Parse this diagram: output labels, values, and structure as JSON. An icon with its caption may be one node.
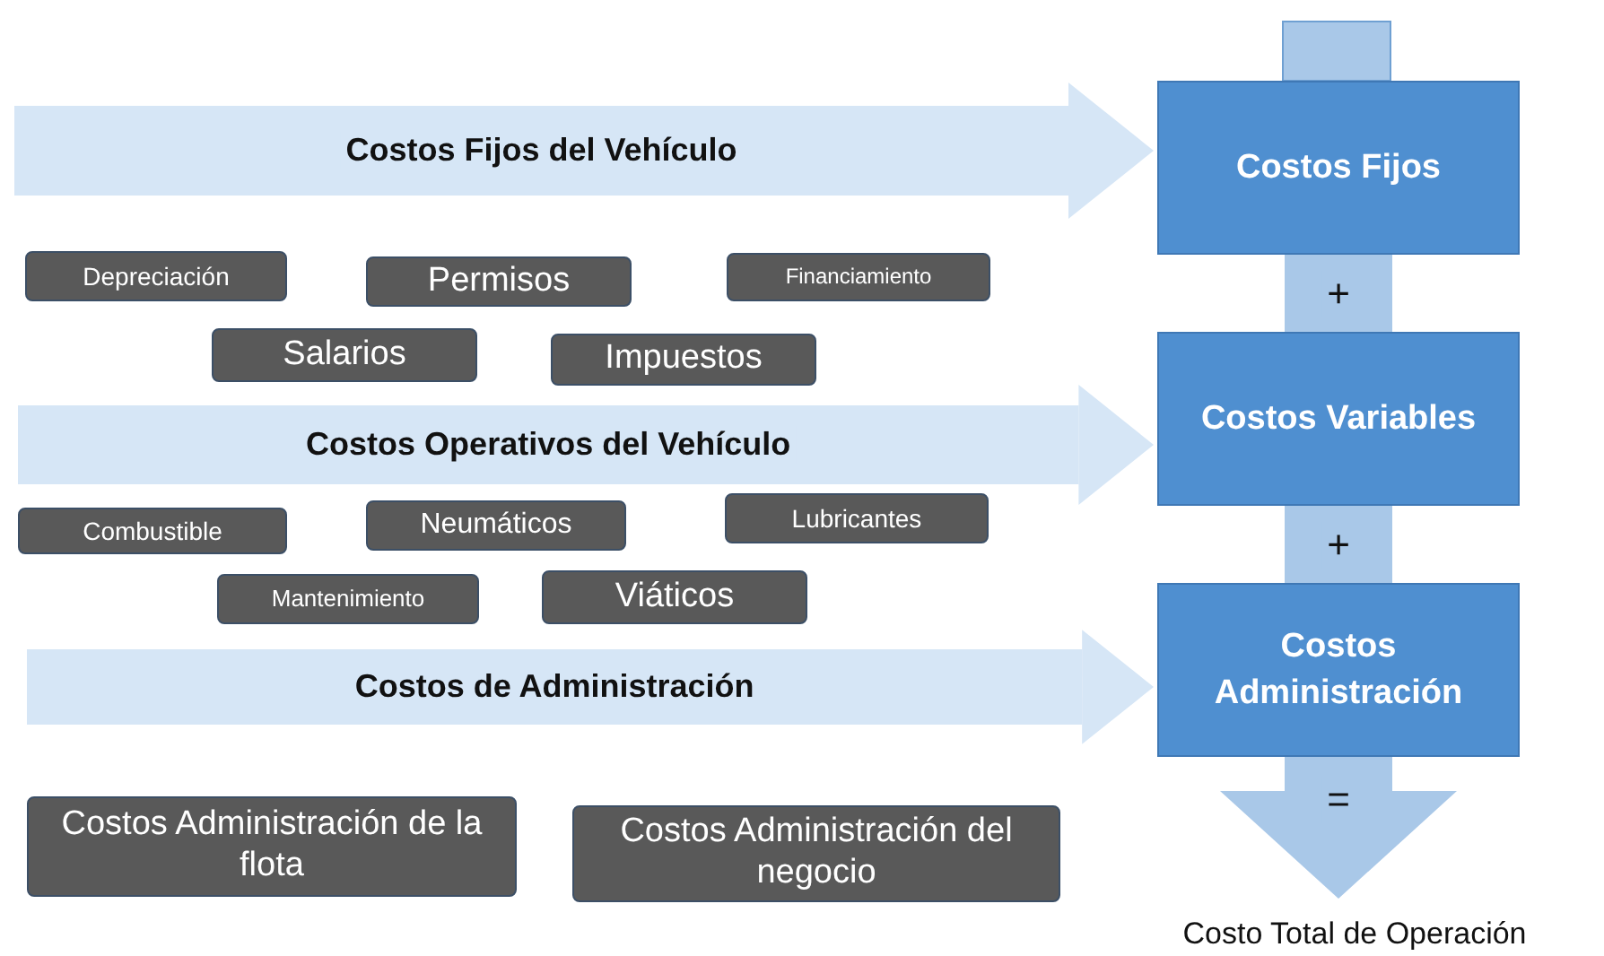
{
  "diagram": {
    "nodes": [
      {
        "text": [
          "Costos Fijos"
        ]
      },
      {
        "text": [
          "Costos Variables"
        ]
      },
      {
        "text": [
          "Costos Administración"
        ]
      },
      {
        "text": [
          "Costo Total de Operación"
        ]
      },
      {
        "text": [
          "Depreciación"
        ]
      },
      {
        "text": [
          "Permisos"
        ]
      },
      {
        "text": [
          "Financiamiento"
        ]
      },
      {
        "text": [
          "Salarios"
        ]
      },
      {
        "text": [
          "Impuestos"
        ]
      },
      {
        "text": [
          "Combustible"
        ]
      },
      {
        "text": [
          "Neumáticos"
        ]
      },
      {
        "text": [
          "Lubricantes"
        ]
      },
      {
        "text": [
          "Mantenimiento"
        ]
      },
      {
        "text": [
          "Viáticos"
        ]
      },
      {
        "text": [
          "Costos Administración de la flota"
        ]
      },
      {
        "text": [
          "Costos Administración del negocio"
        ]
      }
    ],
    "edges": [
      {
        "from": null,
        "to": 0,
        "arrow": "to",
        "label": "Costos Fijos del Vehículo"
      },
      {
        "from": null,
        "to": 1,
        "arrow": "to",
        "label": "Costos Operativos del Vehículo"
      },
      {
        "from": null,
        "to": 2,
        "arrow": "to",
        "label": "Costos de Administración"
      },
      {
        "from": 0,
        "to": 1,
        "arrow": "none",
        "label": "+"
      },
      {
        "from": 1,
        "to": 2,
        "arrow": "none",
        "label": "+"
      },
      {
        "from": 2,
        "to": 3,
        "arrow": "to",
        "label": "="
      }
    ]
  }
}
